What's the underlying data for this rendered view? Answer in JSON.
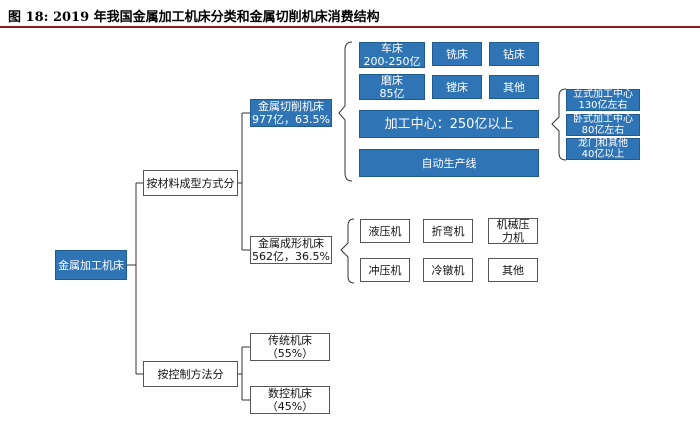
{
  "title": "图 18:  2019 年我国金属加工机床分类和金属切削机床消费结构",
  "root": "金属加工机床",
  "categories": {
    "by_material": "按材料成型方式分",
    "by_control": "按控制方法分"
  },
  "cutting": "金属切削机床\n977亿，63.5%",
  "forming": "金属成形机床\n562亿，36.5%",
  "cutting_items": {
    "lathe": "车床\n200-250亿",
    "milling": "铣床",
    "drilling": "钻床",
    "grinding": "磨床\n85亿",
    "boring": "镗床",
    "other": "其他",
    "machining_center": "加工中心：250亿以上",
    "automatic_line": "自动生产线"
  },
  "machining_center_types": {
    "vertical": "立式加工中心\n130亿左右",
    "horizontal": "卧式加工中心\n80亿左右",
    "gantry": "龙门和其他\n40亿以上"
  },
  "forming_items": {
    "hydraulic_press": "液压机",
    "bending": "折弯机",
    "mechanical_press": "机械压\n力机",
    "punch_press": "冲压机",
    "cold_forging": "冷镦机",
    "other": "其他"
  },
  "control_items": {
    "traditional": "传统机床\n（55%）",
    "cnc": "数控机床\n（45%）"
  },
  "colors": {
    "dark_box": "#2f74b5",
    "title_rule": "#8a1a1a",
    "line": "#333333"
  }
}
